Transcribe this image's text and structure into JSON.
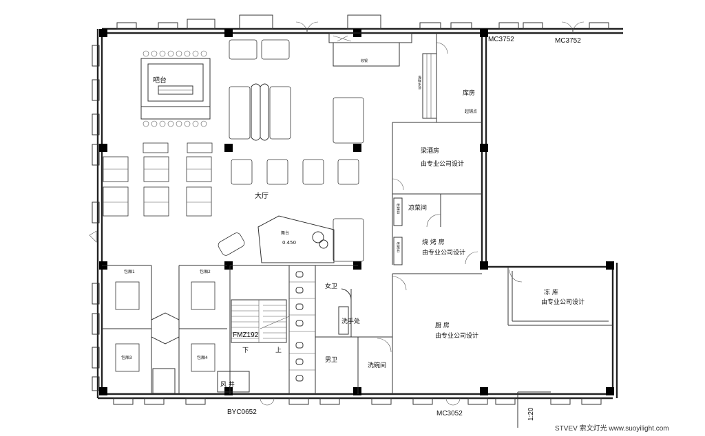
{
  "rooms": {
    "hall": "大厅",
    "bar": "吧台",
    "storage": "库房",
    "storage_note": "起铺点",
    "liquor_room": "梁酒房",
    "liquor_sub": "由专业公司设计",
    "cold_dish": "凉菜间",
    "bbq_room": "烧 烤 房",
    "bbq_sub": "由专业公司设计",
    "cold_storage": "冻 库",
    "cold_storage_sub": "由专业公司设计",
    "kitchen": "厨 房",
    "kitchen_sub": "由专业公司设计",
    "womens_wc": "女卫",
    "washroom": "洗手处",
    "mens_wc": "男卫",
    "dish_wash": "洗碗间",
    "stage": "舞台",
    "stage_level": "0.450",
    "private1": "包厢1",
    "private2": "包厢2",
    "private3": "包厢3",
    "private4": "包厢4",
    "shaft": "风 井",
    "up": "上",
    "down": "下",
    "pass_window": "传菜台",
    "seafood": "海鲜水池",
    "counter": "收银"
  },
  "labels": {
    "mc3752_a": "MC3752",
    "mc3752_b": "MC3752",
    "fm": "FMZ192",
    "byc": "BYC0652",
    "mc3052": "MC3052",
    "scale": "1:20"
  },
  "watermark": "STVEV 索文灯光 www.suoyilight.com"
}
